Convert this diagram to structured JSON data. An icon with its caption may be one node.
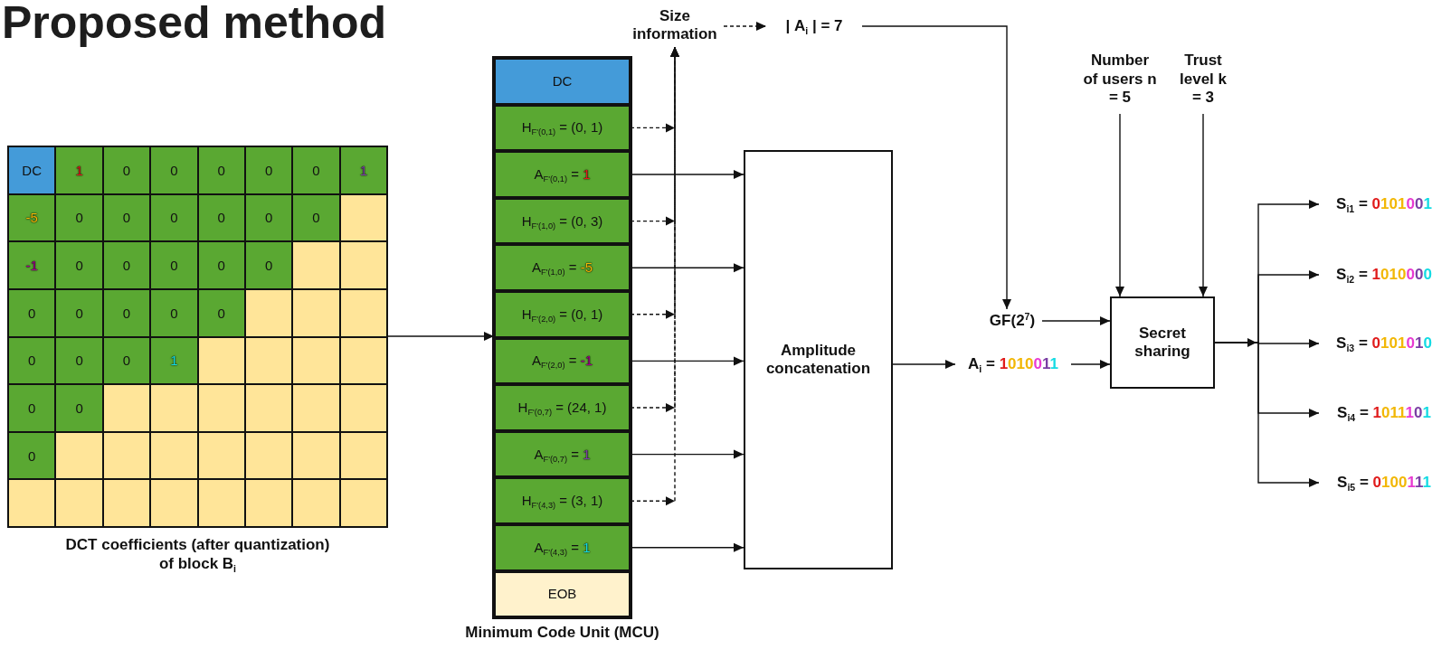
{
  "diagram": {
    "title": "Proposed method",
    "nodes": [
      {
        "text": [],
        "shape": "box",
        "beside": [
          "DCT coefficients (after quantization) of block B$_{i}$"
        ]
      },
      {
        "text": [],
        "shape": "box",
        "beside": [
          "Minimum Code Unit (MCU)"
        ]
      },
      {
        "text": [
          "DC"
        ],
        "in": 1
      },
      {
        "text": [
          "H$_{F'(0,1)}$ = (0, 1)"
        ],
        "in": 1
      },
      {
        "text": [
          "A$_{F'(0,1)}$ = 1"
        ],
        "in": 1
      },
      {
        "text": [
          "H$_{F'(1,0)}$ = (0, 3)"
        ],
        "in": 1
      },
      {
        "text": [
          "A$_{F'(1,0)}$ = -5"
        ],
        "in": 1
      },
      {
        "text": [
          "H$_{F'(2,0)}$ = (0, 1)"
        ],
        "in": 1
      },
      {
        "text": [
          "A$_{F'(2,0)}$ = -1"
        ],
        "in": 1
      },
      {
        "text": [
          "H$_{F'(0,7)}$ = (24, 1)"
        ],
        "in": 1
      },
      {
        "text": [
          "A$_{F'(0,7)}$ = 1"
        ],
        "in": 1
      },
      {
        "text": [
          "H$_{F'(4,3)}$ = (3, 1)"
        ],
        "in": 1
      },
      {
        "text": [
          "A$_{F'(4,3)}$ = 1"
        ],
        "in": 1
      },
      {
        "text": [
          "EOB"
        ],
        "in": 1
      },
      {
        "text": [
          "Size information"
        ]
      },
      {
        "text": [
          "| **A**$_{i}$ | = 7"
        ]
      },
      {
        "text": [
          "Amplitude concatenation"
        ]
      },
      {
        "text": [
          "GF(2$^{7}$)"
        ]
      },
      {
        "text": [
          "**A**$_{i}$ = 1010011"
        ]
      },
      {
        "text": [
          "Number of users n = 5"
        ]
      },
      {
        "text": [
          "Trust level k = 3"
        ]
      },
      {
        "text": [
          "Secret sharing"
        ]
      },
      {
        "text": [
          "S$_{i1}$ = 0101001"
        ]
      },
      {
        "text": [
          "S$_{i2}$ = 1010000"
        ]
      },
      {
        "text": [
          "S$_{i3}$ = 0101010"
        ]
      },
      {
        "text": [
          "S$_{i4}$ = 1011101"
        ]
      },
      {
        "text": [
          "S$_{i5}$ = 0100111"
        ]
      }
    ],
    "edges": [
      {
        "from": 0,
        "to": 1,
        "arrow": "to"
      },
      {
        "from": 3,
        "to": 14,
        "arrow": "to",
        "style": "dashed"
      },
      {
        "from": 5,
        "to": 14,
        "arrow": "to",
        "style": "dashed"
      },
      {
        "from": 7,
        "to": 14,
        "arrow": "to",
        "style": "dashed"
      },
      {
        "from": 9,
        "to": 14,
        "arrow": "to",
        "style": "dashed"
      },
      {
        "from": 11,
        "to": 14,
        "arrow": "to",
        "style": "dashed"
      },
      {
        "from": 14,
        "to": 15,
        "arrow": "to",
        "style": "dashed"
      },
      {
        "from": 15,
        "to": 17,
        "arrow": "to"
      },
      {
        "from": 4,
        "to": 16,
        "arrow": "to"
      },
      {
        "from": 6,
        "to": 16,
        "arrow": "to"
      },
      {
        "from": 8,
        "to": 16,
        "arrow": "to"
      },
      {
        "from": 10,
        "to": 16,
        "arrow": "to"
      },
      {
        "from": 12,
        "to": 16,
        "arrow": "to"
      },
      {
        "from": 16,
        "to": 18,
        "arrow": "to"
      },
      {
        "from": 17,
        "to": 21,
        "arrow": "to"
      },
      {
        "from": 18,
        "to": 21,
        "arrow": "to"
      },
      {
        "from": 19,
        "to": 21,
        "arrow": "to"
      },
      {
        "from": 20,
        "to": 21,
        "arrow": "to"
      },
      {
        "from": 21,
        "to": 22,
        "arrow": "to"
      },
      {
        "from": 21,
        "to": 23,
        "arrow": "to"
      },
      {
        "from": 21,
        "to": 24,
        "arrow": "to"
      },
      {
        "from": 21,
        "to": 25,
        "arrow": "to"
      },
      {
        "from": 21,
        "to": 26,
        "arrow": "to"
      }
    ],
    "labels": [
      "DC",
      "1",
      "0",
      "0",
      "0",
      "0",
      "0",
      "1",
      "-5",
      "0",
      "0",
      "0",
      "0",
      "0",
      "0",
      "-1",
      "0",
      "0",
      "0",
      "0",
      "0",
      "0",
      "0",
      "0",
      "0",
      "0",
      "0",
      "0",
      "0",
      "1",
      "0",
      "0",
      "0"
    ]
  }
}
